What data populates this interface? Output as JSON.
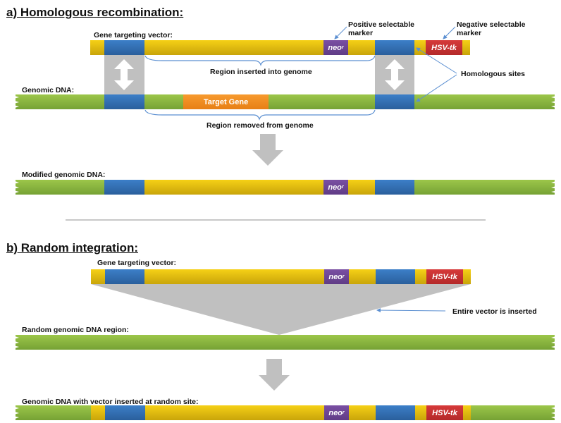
{
  "section_a": {
    "title": "a) Homologous recombination:",
    "vector_label": "Gene targeting vector:",
    "genomic_label": "Genomic DNA:",
    "modified_label": "Modified genomic DNA:",
    "positive_marker_label_line1": "Positive selectable",
    "positive_marker_label_line2": "marker",
    "negative_marker_label_line1": "Negative selectable",
    "negative_marker_label_line2": "marker",
    "homologous_sites_label": "Homologous sites",
    "region_inserted_label": "Region inserted into genome",
    "region_removed_label": "Region removed from genome",
    "target_gene_label": "Target Gene",
    "neo_label": "neo",
    "neo_sup": "r",
    "hsv_label": "HSV-tk"
  },
  "section_b": {
    "title": "b) Random integration:",
    "vector_label": "Gene targeting vector:",
    "random_region_label": "Random genomic DNA region:",
    "entire_vector_label": "Entire vector is inserted",
    "result_label": "Genomic DNA with vector inserted at random site:",
    "neo_label": "neo",
    "neo_sup": "r",
    "hsv_label": "HSV-tk"
  },
  "colors": {
    "vector": "#f5d016",
    "homology": "#3c7fc8",
    "genomic": "#9cc64a",
    "target_gene": "#f79a2e",
    "neo": "#7a4fa3",
    "hsv_tk": "#d63a3a",
    "arrow": "#c0c0c0",
    "callout": "#5b8fd1"
  }
}
